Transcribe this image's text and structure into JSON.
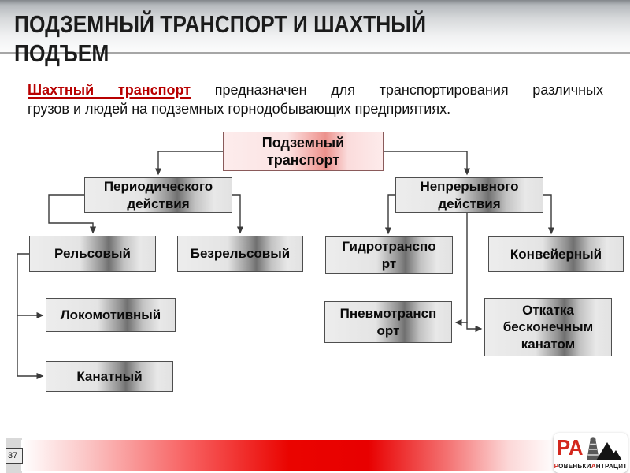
{
  "slide": {
    "title": "ПОДЗЕМНЫЙ  ТРАНСПОРТ И ШАХТНЫЙ\nПОДЪЕМ",
    "intro": {
      "lead": "Шахтный транспорт",
      "line1_rest": "предназначен  для  транспортирования  различных",
      "line2": "грузов и людей на подземных горнодобывающих предприятиях."
    }
  },
  "diagram": {
    "nodes": {
      "root": {
        "label": "Подземный\nтранспорт"
      },
      "periodic": {
        "label": "Периодического\nдействия"
      },
      "continuous": {
        "label": "Непрерывного\nдействия"
      },
      "rail": {
        "label": "Рельсовый"
      },
      "trackless": {
        "label": "Безрельсовый"
      },
      "hydro": {
        "label": "Гидротранспо\nрт"
      },
      "conveyor": {
        "label": "Конвейерный"
      },
      "locomotive": {
        "label": "Локомотивный"
      },
      "rope": {
        "label": "Канатный"
      },
      "pneumatic": {
        "label": "Пневмотрансп\nорт"
      },
      "endless_rope": {
        "label": "Откатка\nбесконечным\nканатом"
      }
    }
  },
  "footer": {
    "page_number": "37",
    "logo": {
      "initials": "РА",
      "brand_p1": "Р",
      "brand_p2": "ОВЕНЬКИ",
      "brand_p3": "А",
      "brand_p4": "НТРАЦИТ"
    }
  },
  "colors": {
    "accent_red": "#b80000",
    "bar_red": "#e80000",
    "logo_red": "#d3281e",
    "box_gray": "#e4e4e4",
    "root_pink": "#fbe3e3",
    "line_gray": "#a6a6a6"
  }
}
